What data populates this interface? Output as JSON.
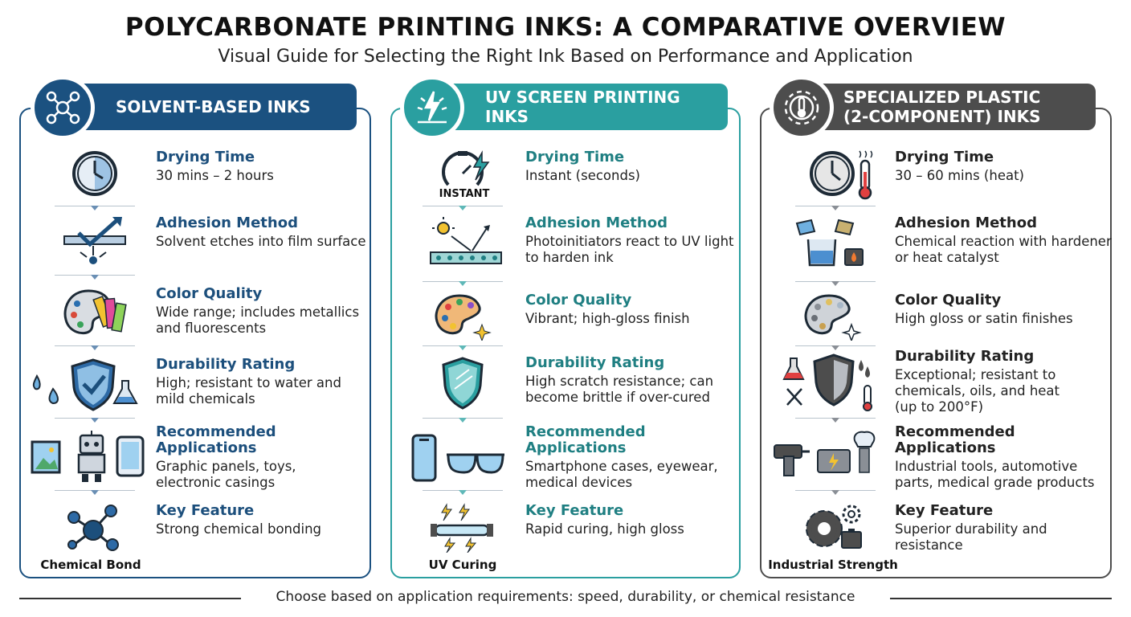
{
  "title": "POLYCARBONATE PRINTING INKS: A COMPARATIVE OVERVIEW",
  "subtitle": "Visual Guide for Selecting the Right Ink Based on Performance and Application",
  "footer": "Choose based on application requirements: speed, durability, or chemical resistance",
  "colors": {
    "solvent": "#1b5180",
    "solvent_label": "#1c4f7c",
    "uv": "#2a9fa0",
    "uv_label": "#1f7f82",
    "specialized": "#4d4d4d",
    "specialized_label": "#222222"
  },
  "columns": [
    {
      "header": "SOLVENT-BASED INKS",
      "header_icon": "molecule-network-icon",
      "rows": [
        {
          "label": "Drying Time",
          "value": "30 mins – 2 hours",
          "icon": "clock-icon"
        },
        {
          "label": "Adhesion Method",
          "value": "Solvent etches into film surface",
          "icon": "surface-etch-icon"
        },
        {
          "label": "Color Quality",
          "value": "Wide range; includes metallics and fluorescents",
          "icon": "palette-swatches-icon"
        },
        {
          "label": "Durability Rating",
          "value": "High; resistant to water and mild chemicals",
          "icon": "shield-check-icon"
        },
        {
          "label": "Recommended Applications",
          "value": "Graphic panels, toys, electronic casings",
          "icon": "panel-robot-tablet-icon"
        },
        {
          "label": "Key Feature",
          "value": "Strong chemical bonding",
          "icon": "chemical-bond-icon",
          "caption": "Chemical Bond"
        }
      ]
    },
    {
      "header": "UV SCREEN PRINTING INKS",
      "header_icon": "uv-lightning-icon",
      "rows": [
        {
          "label": "Drying Time",
          "value": "Instant (seconds)",
          "icon": "stopwatch-lightning-icon",
          "caption": "INSTANT"
        },
        {
          "label": "Adhesion Method",
          "value": "Photoinitiators react to UV light to harden ink",
          "icon": "uv-reaction-icon"
        },
        {
          "label": "Color Quality",
          "value": "Vibrant; high-gloss finish",
          "icon": "palette-sparkle-icon"
        },
        {
          "label": "Durability Rating",
          "value": "High scratch resistance; can become brittle if over-cured",
          "icon": "shield-icon"
        },
        {
          "label": "Recommended Applications",
          "value": "Smartphone cases, eyewear, medical devices",
          "icon": "phone-glasses-icon"
        },
        {
          "label": "Key Feature",
          "value": "Rapid curing, high gloss",
          "icon": "uv-lamp-icon",
          "caption": "UV Curing"
        }
      ]
    },
    {
      "header": "SPECIALIZED PLASTIC (2-COMPONENT) INKS",
      "header_line1": "SPECIALIZED PLASTIC",
      "header_line2": "(2-COMPONENT) INKS",
      "header_icon": "gear-thermometer-icon",
      "rows": [
        {
          "label": "Drying Time",
          "value": "30 – 60 mins (heat)",
          "icon": "clock-thermometer-icon"
        },
        {
          "label": "Adhesion Method",
          "value": "Chemical reaction with hardener or heat catalyst",
          "icon": "mixing-beakers-icon"
        },
        {
          "label": "Color Quality",
          "value": "High gloss or satin finishes",
          "icon": "palette-metallic-icon"
        },
        {
          "label": "Durability Rating",
          "value": "Exceptional; resistant to chemicals, oils, and heat (up to 200°F)",
          "icon": "shield-chemical-icon"
        },
        {
          "label": "Recommended Applications",
          "value": "Industrial tools, automotive parts, medical grade products",
          "icon": "drill-engine-implant-icon"
        },
        {
          "label": "Key Feature",
          "value": "Superior durability and resistance",
          "icon": "gears-toolbox-icon",
          "caption": "Industrial Strength"
        }
      ]
    }
  ]
}
